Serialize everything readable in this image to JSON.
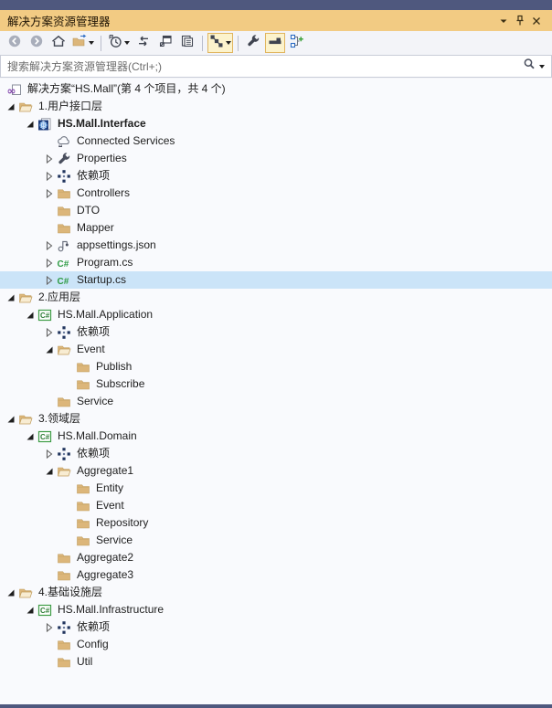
{
  "window": {
    "title": "解决方案资源管理器"
  },
  "titlebar": {
    "buttons": [
      {
        "name": "window-position",
        "icon": "chevron-down"
      },
      {
        "name": "auto-hide",
        "icon": "pin"
      },
      {
        "name": "close",
        "icon": "close"
      }
    ]
  },
  "toolbar": {
    "items": [
      {
        "type": "btn",
        "name": "back",
        "icon": "back",
        "disabled": true
      },
      {
        "type": "btn",
        "name": "forward",
        "icon": "forward",
        "disabled": true
      },
      {
        "type": "btn",
        "name": "home",
        "icon": "home"
      },
      {
        "type": "btn",
        "name": "switch-views",
        "icon": "switch-views",
        "dropdown": true
      },
      {
        "type": "sep"
      },
      {
        "type": "btn",
        "name": "pending-changes-filter",
        "icon": "clock",
        "dropdown": true
      },
      {
        "type": "btn",
        "name": "sync-with-active-document",
        "icon": "sync"
      },
      {
        "type": "btn",
        "name": "collapse-all",
        "icon": "collapse-all"
      },
      {
        "type": "btn",
        "name": "preview-selected-items",
        "icon": "preview-docs"
      },
      {
        "type": "sep"
      },
      {
        "type": "btn",
        "name": "file-nesting",
        "icon": "file-nesting",
        "dropdown": true,
        "active": true
      },
      {
        "type": "sep"
      },
      {
        "type": "btn",
        "name": "properties",
        "icon": "wrench"
      },
      {
        "type": "btn",
        "name": "preview-toggle",
        "icon": "preview-bar",
        "active": true
      },
      {
        "type": "btn",
        "name": "show-all-files",
        "icon": "show-all-files"
      }
    ]
  },
  "search": {
    "placeholder": "搜索解决方案资源管理器(Ctrl+;)"
  },
  "tree": {
    "rows": [
      {
        "label": "解决方案“HS.Mall”(第 4 个项目，共 4 个)",
        "icon": "solution",
        "level": 0,
        "arrow": "none"
      },
      {
        "label": "1.用户接口层",
        "icon": "folder-open",
        "level": 1,
        "arrow": "expanded"
      },
      {
        "label": "HS.Mall.Interface",
        "icon": "web-project",
        "level": 2,
        "arrow": "expanded",
        "bold": true
      },
      {
        "label": "Connected Services",
        "icon": "cloud",
        "level": 3,
        "arrow": "none"
      },
      {
        "label": "Properties",
        "icon": "wrench-file",
        "level": 3,
        "arrow": "collapsed"
      },
      {
        "label": "依赖项",
        "icon": "dependencies",
        "level": 3,
        "arrow": "collapsed"
      },
      {
        "label": "Controllers",
        "icon": "folder-closed",
        "level": 3,
        "arrow": "collapsed"
      },
      {
        "label": "DTO",
        "icon": "folder-closed",
        "level": 3,
        "arrow": "none"
      },
      {
        "label": "Mapper",
        "icon": "folder-closed",
        "level": 3,
        "arrow": "none"
      },
      {
        "label": "appsettings.json",
        "icon": "json",
        "level": 3,
        "arrow": "collapsed"
      },
      {
        "label": "Program.cs",
        "icon": "csharp-file",
        "level": 3,
        "arrow": "collapsed"
      },
      {
        "label": "Startup.cs",
        "icon": "csharp-file",
        "level": 3,
        "arrow": "collapsed",
        "selected": true
      },
      {
        "label": "2.应用层",
        "icon": "folder-open",
        "level": 1,
        "arrow": "expanded"
      },
      {
        "label": "HS.Mall.Application",
        "icon": "csharp-project",
        "level": 2,
        "arrow": "expanded"
      },
      {
        "label": "依赖项",
        "icon": "dependencies",
        "level": 3,
        "arrow": "collapsed"
      },
      {
        "label": "Event",
        "icon": "folder-open",
        "level": 3,
        "arrow": "expanded"
      },
      {
        "label": "Publish",
        "icon": "folder-closed",
        "level": 4,
        "arrow": "none"
      },
      {
        "label": "Subscribe",
        "icon": "folder-closed",
        "level": 4,
        "arrow": "none"
      },
      {
        "label": "Service",
        "icon": "folder-closed",
        "level": 3,
        "arrow": "none"
      },
      {
        "label": "3.领域层",
        "icon": "folder-open",
        "level": 1,
        "arrow": "expanded"
      },
      {
        "label": "HS.Mall.Domain",
        "icon": "csharp-project",
        "level": 2,
        "arrow": "expanded"
      },
      {
        "label": "依赖项",
        "icon": "dependencies",
        "level": 3,
        "arrow": "collapsed"
      },
      {
        "label": "Aggregate1",
        "icon": "folder-open",
        "level": 3,
        "arrow": "expanded"
      },
      {
        "label": "Entity",
        "icon": "folder-closed",
        "level": 4,
        "arrow": "none"
      },
      {
        "label": "Event",
        "icon": "folder-closed",
        "level": 4,
        "arrow": "none"
      },
      {
        "label": "Repository",
        "icon": "folder-closed",
        "level": 4,
        "arrow": "none"
      },
      {
        "label": "Service",
        "icon": "folder-closed",
        "level": 4,
        "arrow": "none"
      },
      {
        "label": "Aggregate2",
        "icon": "folder-closed",
        "level": 3,
        "arrow": "none"
      },
      {
        "label": "Aggregate3",
        "icon": "folder-closed",
        "level": 3,
        "arrow": "none"
      },
      {
        "label": "4.基础设施层",
        "icon": "folder-open",
        "level": 1,
        "arrow": "expanded"
      },
      {
        "label": "HS.Mall.Infrastructure",
        "icon": "csharp-project",
        "level": 2,
        "arrow": "expanded"
      },
      {
        "label": "依赖项",
        "icon": "dependencies",
        "level": 3,
        "arrow": "collapsed"
      },
      {
        "label": "Config",
        "icon": "folder-closed",
        "level": 3,
        "arrow": "none"
      },
      {
        "label": "Util",
        "icon": "folder-closed",
        "level": 3,
        "arrow": "none"
      }
    ]
  },
  "colors": {
    "titlebar_bg": "#F2CB83",
    "frame_strip": "#4F587E",
    "toolbar_bg": "#F3F4F8",
    "button_highlight_bg": "#FCF3CC",
    "button_highlight_border": "#E0B55F",
    "selection_bg": "#CBE4F8",
    "folder_tan": "#DCB67A",
    "csharp_green": "#2E9B44",
    "solution_purple": "#8347AD",
    "tree_bg": "#F9FAFD",
    "text": "#1E1E1E"
  }
}
